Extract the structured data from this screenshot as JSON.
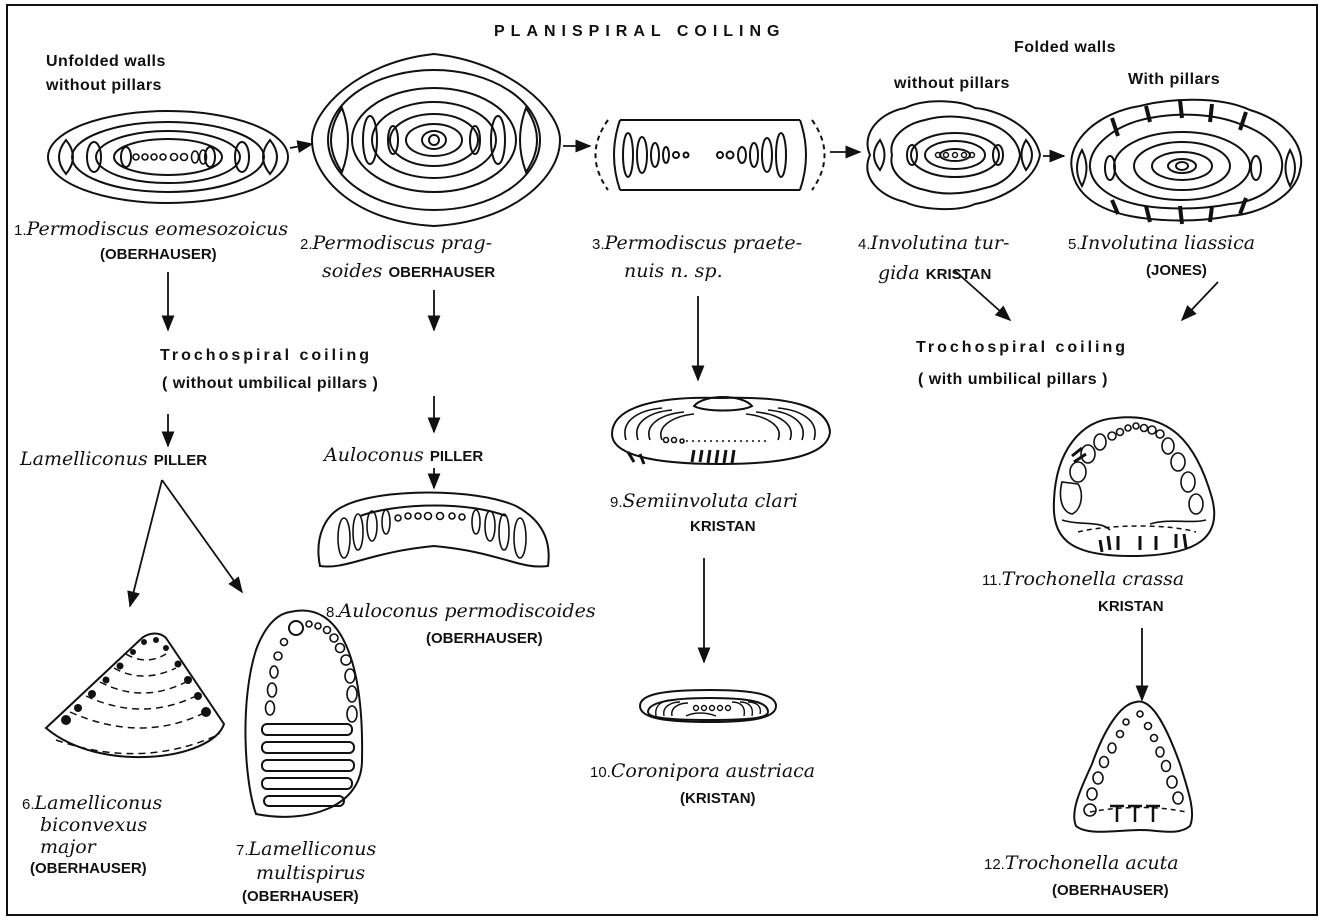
{
  "title": "PLANISPIRAL COILING",
  "headers": {
    "unfolded": [
      "Unfolded walls",
      "without pillars"
    ],
    "folded": "Folded walls",
    "without_pillars": "without pillars",
    "with_pillars": "With pillars"
  },
  "trochospiral_left": [
    "Trochospiral coiling",
    "( without umbilical pillars )"
  ],
  "trochospiral_right": [
    "Trochospiral coiling",
    "( with umbilical pillars )"
  ],
  "genera": {
    "lamelliconus": {
      "name": "Lamelliconus",
      "author": "PILLER"
    },
    "auloconus": {
      "name": "Auloconus",
      "author": "PILLER"
    }
  },
  "taxa": [
    {
      "num": "1.",
      "lines": [
        "Permodiscus eomesozoicus"
      ],
      "author": "(OBERHAUSER)"
    },
    {
      "num": "2.",
      "lines": [
        "Permodiscus prag-",
        "soides"
      ],
      "author": "OBERHAUSER"
    },
    {
      "num": "3.",
      "lines": [
        "Permodiscus praete-",
        "nuis n. sp."
      ],
      "author": ""
    },
    {
      "num": "4.",
      "lines": [
        "Involutina tur-",
        "gida"
      ],
      "author": "KRISTAN"
    },
    {
      "num": "5.",
      "lines": [
        "Involutina liassica"
      ],
      "author": "(JONES)"
    },
    {
      "num": "6.",
      "lines": [
        "Lamelliconus",
        "biconvexus",
        "major"
      ],
      "author": "(OBERHAUSER)"
    },
    {
      "num": "7.",
      "lines": [
        "Lamelliconus",
        "multispirus"
      ],
      "author": "(OBERHAUSER)"
    },
    {
      "num": "8.",
      "lines": [
        "Auloconus permodiscoides"
      ],
      "author": "(OBERHAUSER)"
    },
    {
      "num": "9.",
      "lines": [
        "Semiinvoluta clari"
      ],
      "author": "KRISTAN"
    },
    {
      "num": "10.",
      "lines": [
        "Coronipora austriaca"
      ],
      "author": "(KRISTAN)"
    },
    {
      "num": "11.",
      "lines": [
        "Trochonella crassa"
      ],
      "author": "KRISTAN"
    },
    {
      "num": "12.",
      "lines": [
        "Trochonella acuta"
      ],
      "author": "(OBERHAUSER)"
    }
  ]
}
